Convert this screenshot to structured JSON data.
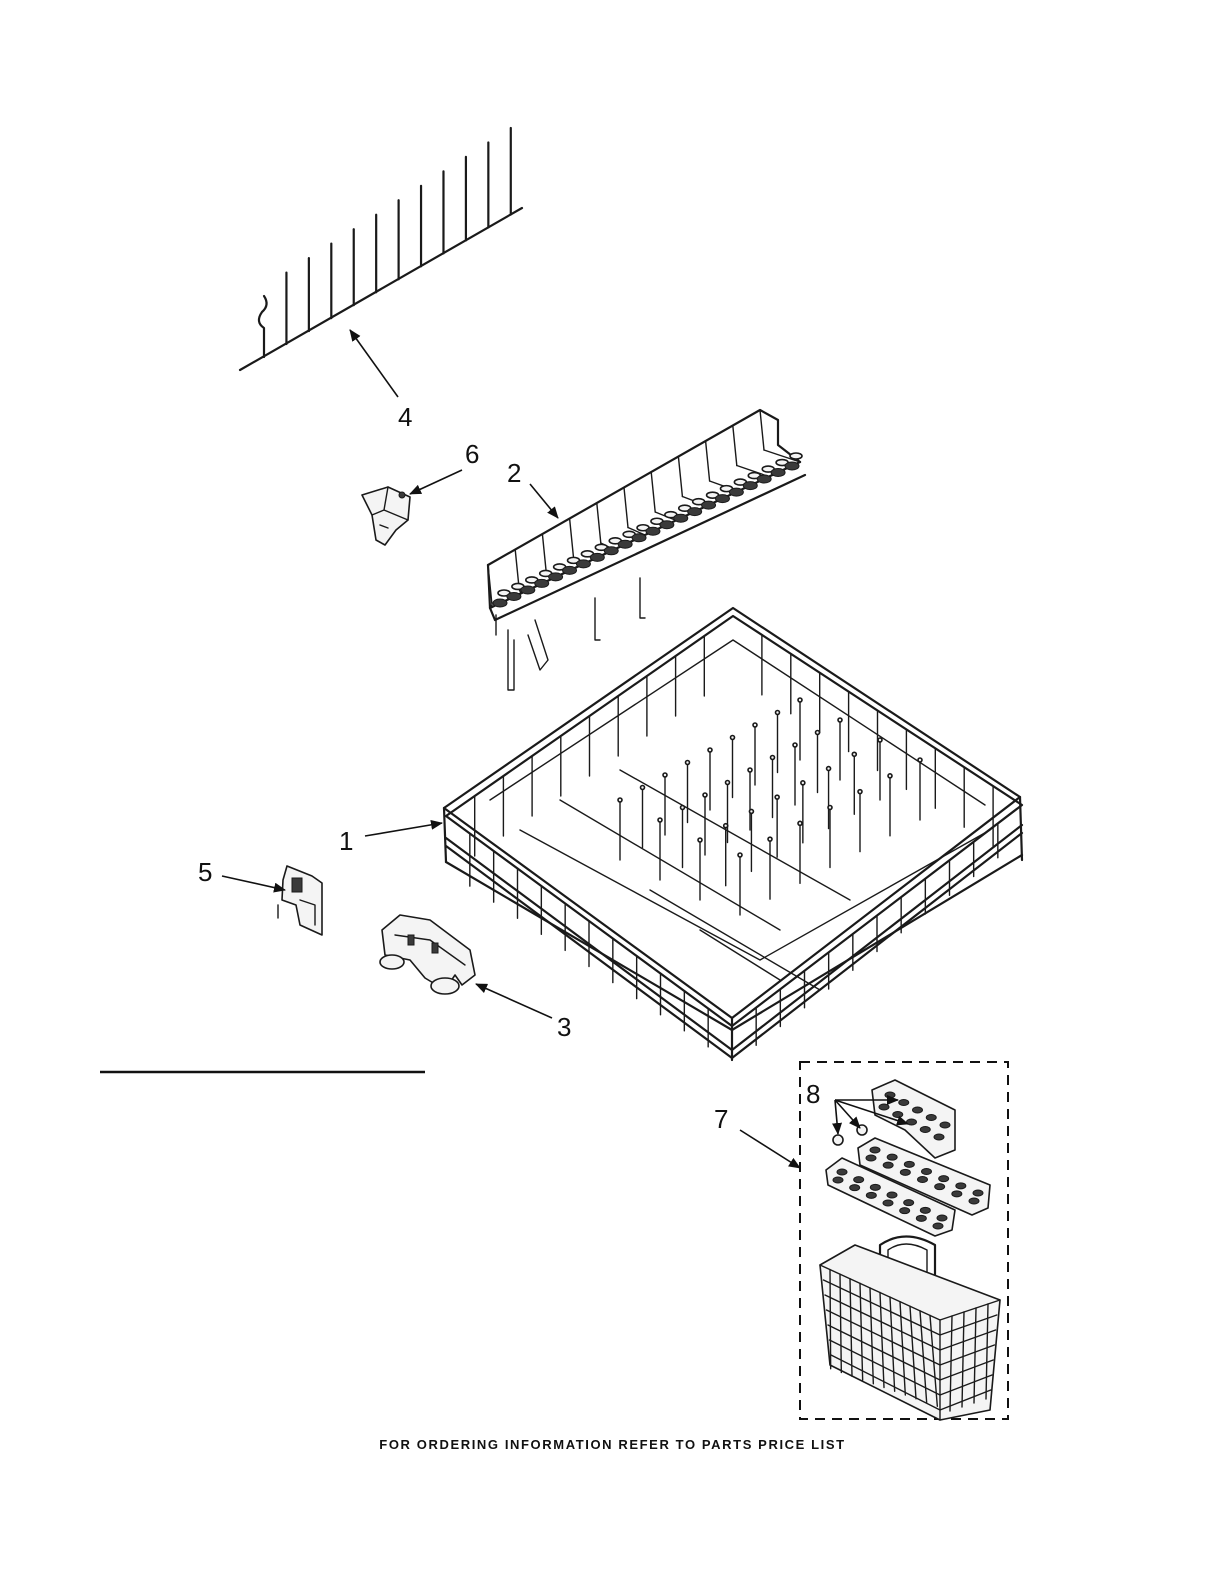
{
  "callouts": {
    "c1": "1",
    "c2": "2",
    "c3": "3",
    "c4": "4",
    "c5": "5",
    "c6": "6",
    "c7": "7",
    "c8": "8"
  },
  "footer": {
    "text": "FOR ORDERING INFORMATION REFER TO PARTS PRICE LIST"
  }
}
